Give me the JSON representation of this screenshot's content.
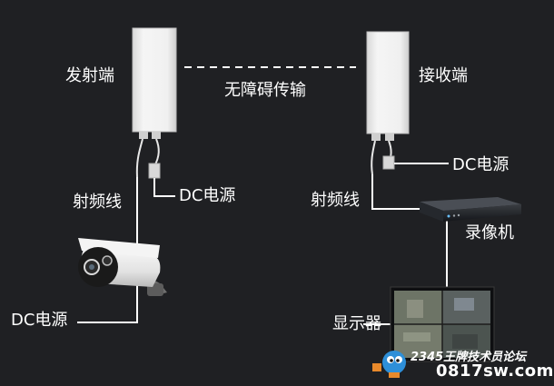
{
  "labels": {
    "transmitter": "发射端",
    "receiver": "接收端",
    "link": "无障碍传输",
    "dc_power_tx": "DC电源",
    "dc_power_rx": "DC电源",
    "dc_power_camera": "DC电源",
    "rf_cable_tx": "射频线",
    "rf_cable_rx": "射频线",
    "recorder": "录像机",
    "display": "显示器"
  },
  "watermark": {
    "top": "2345王牌技术员论坛",
    "bottom": "0817sw.com"
  },
  "icons": [
    "antenna-panel-icon",
    "bullet-camera-icon",
    "nvr-recorder-icon",
    "monitor-icon",
    "mascot-logo-icon"
  ],
  "colors": {
    "background": "#1f2023",
    "line": "#ffffff",
    "panel": "#f1f1f1"
  }
}
